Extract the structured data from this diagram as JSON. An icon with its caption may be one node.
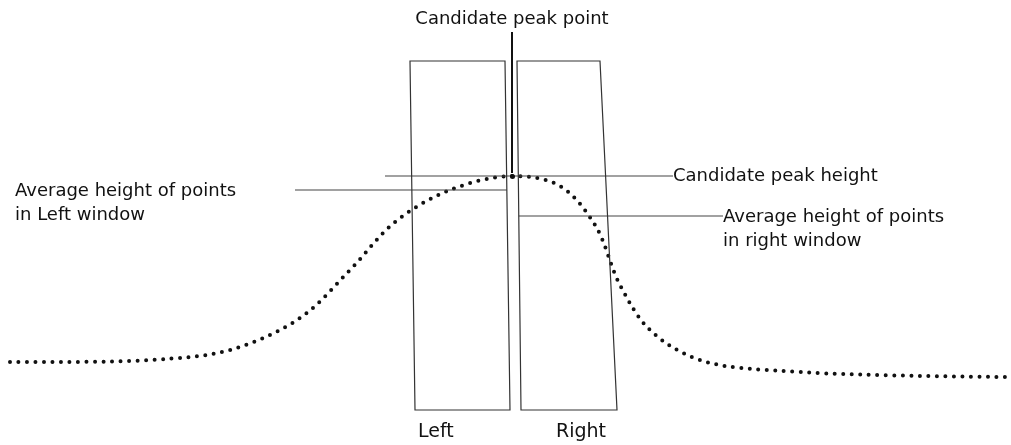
{
  "diagram": {
    "nodes": [
      {
        "text": [
          "Candidate peak point"
        ]
      },
      {
        "text": [
          "Candidate peak height"
        ]
      },
      {
        "text": [
          "Average height of points in Left window"
        ]
      },
      {
        "text": [
          "Average height of points in right window"
        ]
      },
      {
        "text": [],
        "shape": "box",
        "beside": [
          "Left"
        ]
      },
      {
        "text": [],
        "shape": "box",
        "beside": [
          "Right"
        ]
      },
      {
        "text": [],
        "shape": "circle"
      }
    ],
    "edges": [
      {
        "from": 0,
        "to": 6,
        "arrow": "none"
      },
      {
        "from": 1,
        "to": null,
        "arrow": "none"
      },
      {
        "from": 2,
        "to": 4,
        "arrow": "none"
      },
      {
        "from": 3,
        "to": 5,
        "arrow": "none"
      }
    ]
  }
}
